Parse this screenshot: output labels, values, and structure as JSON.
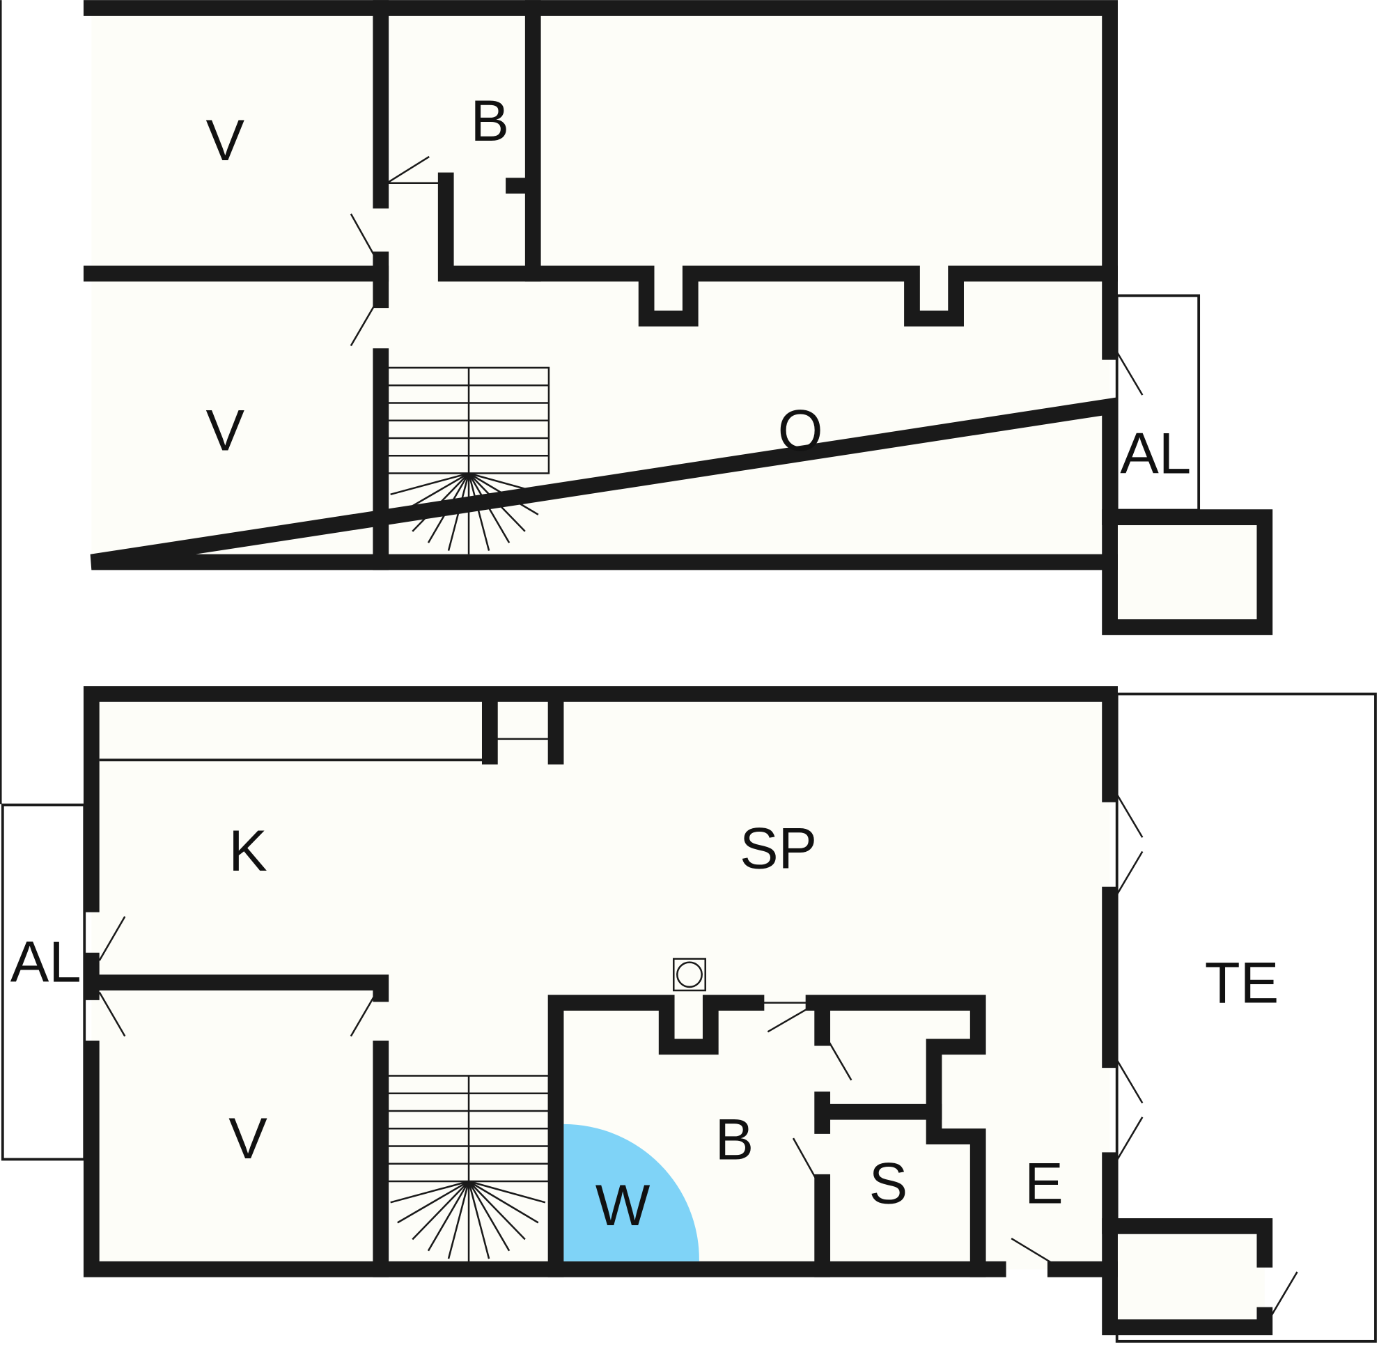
{
  "colors": {
    "floor": "#fdfdf8",
    "wall": "#1a1a1a",
    "wet_area": "#7fd3f7"
  },
  "upper_floor": {
    "rooms": {
      "bedroom_1": "V",
      "bathroom": "B",
      "bedroom_2": "V",
      "open_area": "O",
      "balcony": "AL"
    }
  },
  "ground_floor": {
    "rooms": {
      "kitchen": "K",
      "living": "SP",
      "balcony": "AL",
      "terrace": "TE",
      "bedroom": "V",
      "bathroom": "B",
      "washer": "W",
      "storage": "S",
      "entrance": "E"
    }
  }
}
